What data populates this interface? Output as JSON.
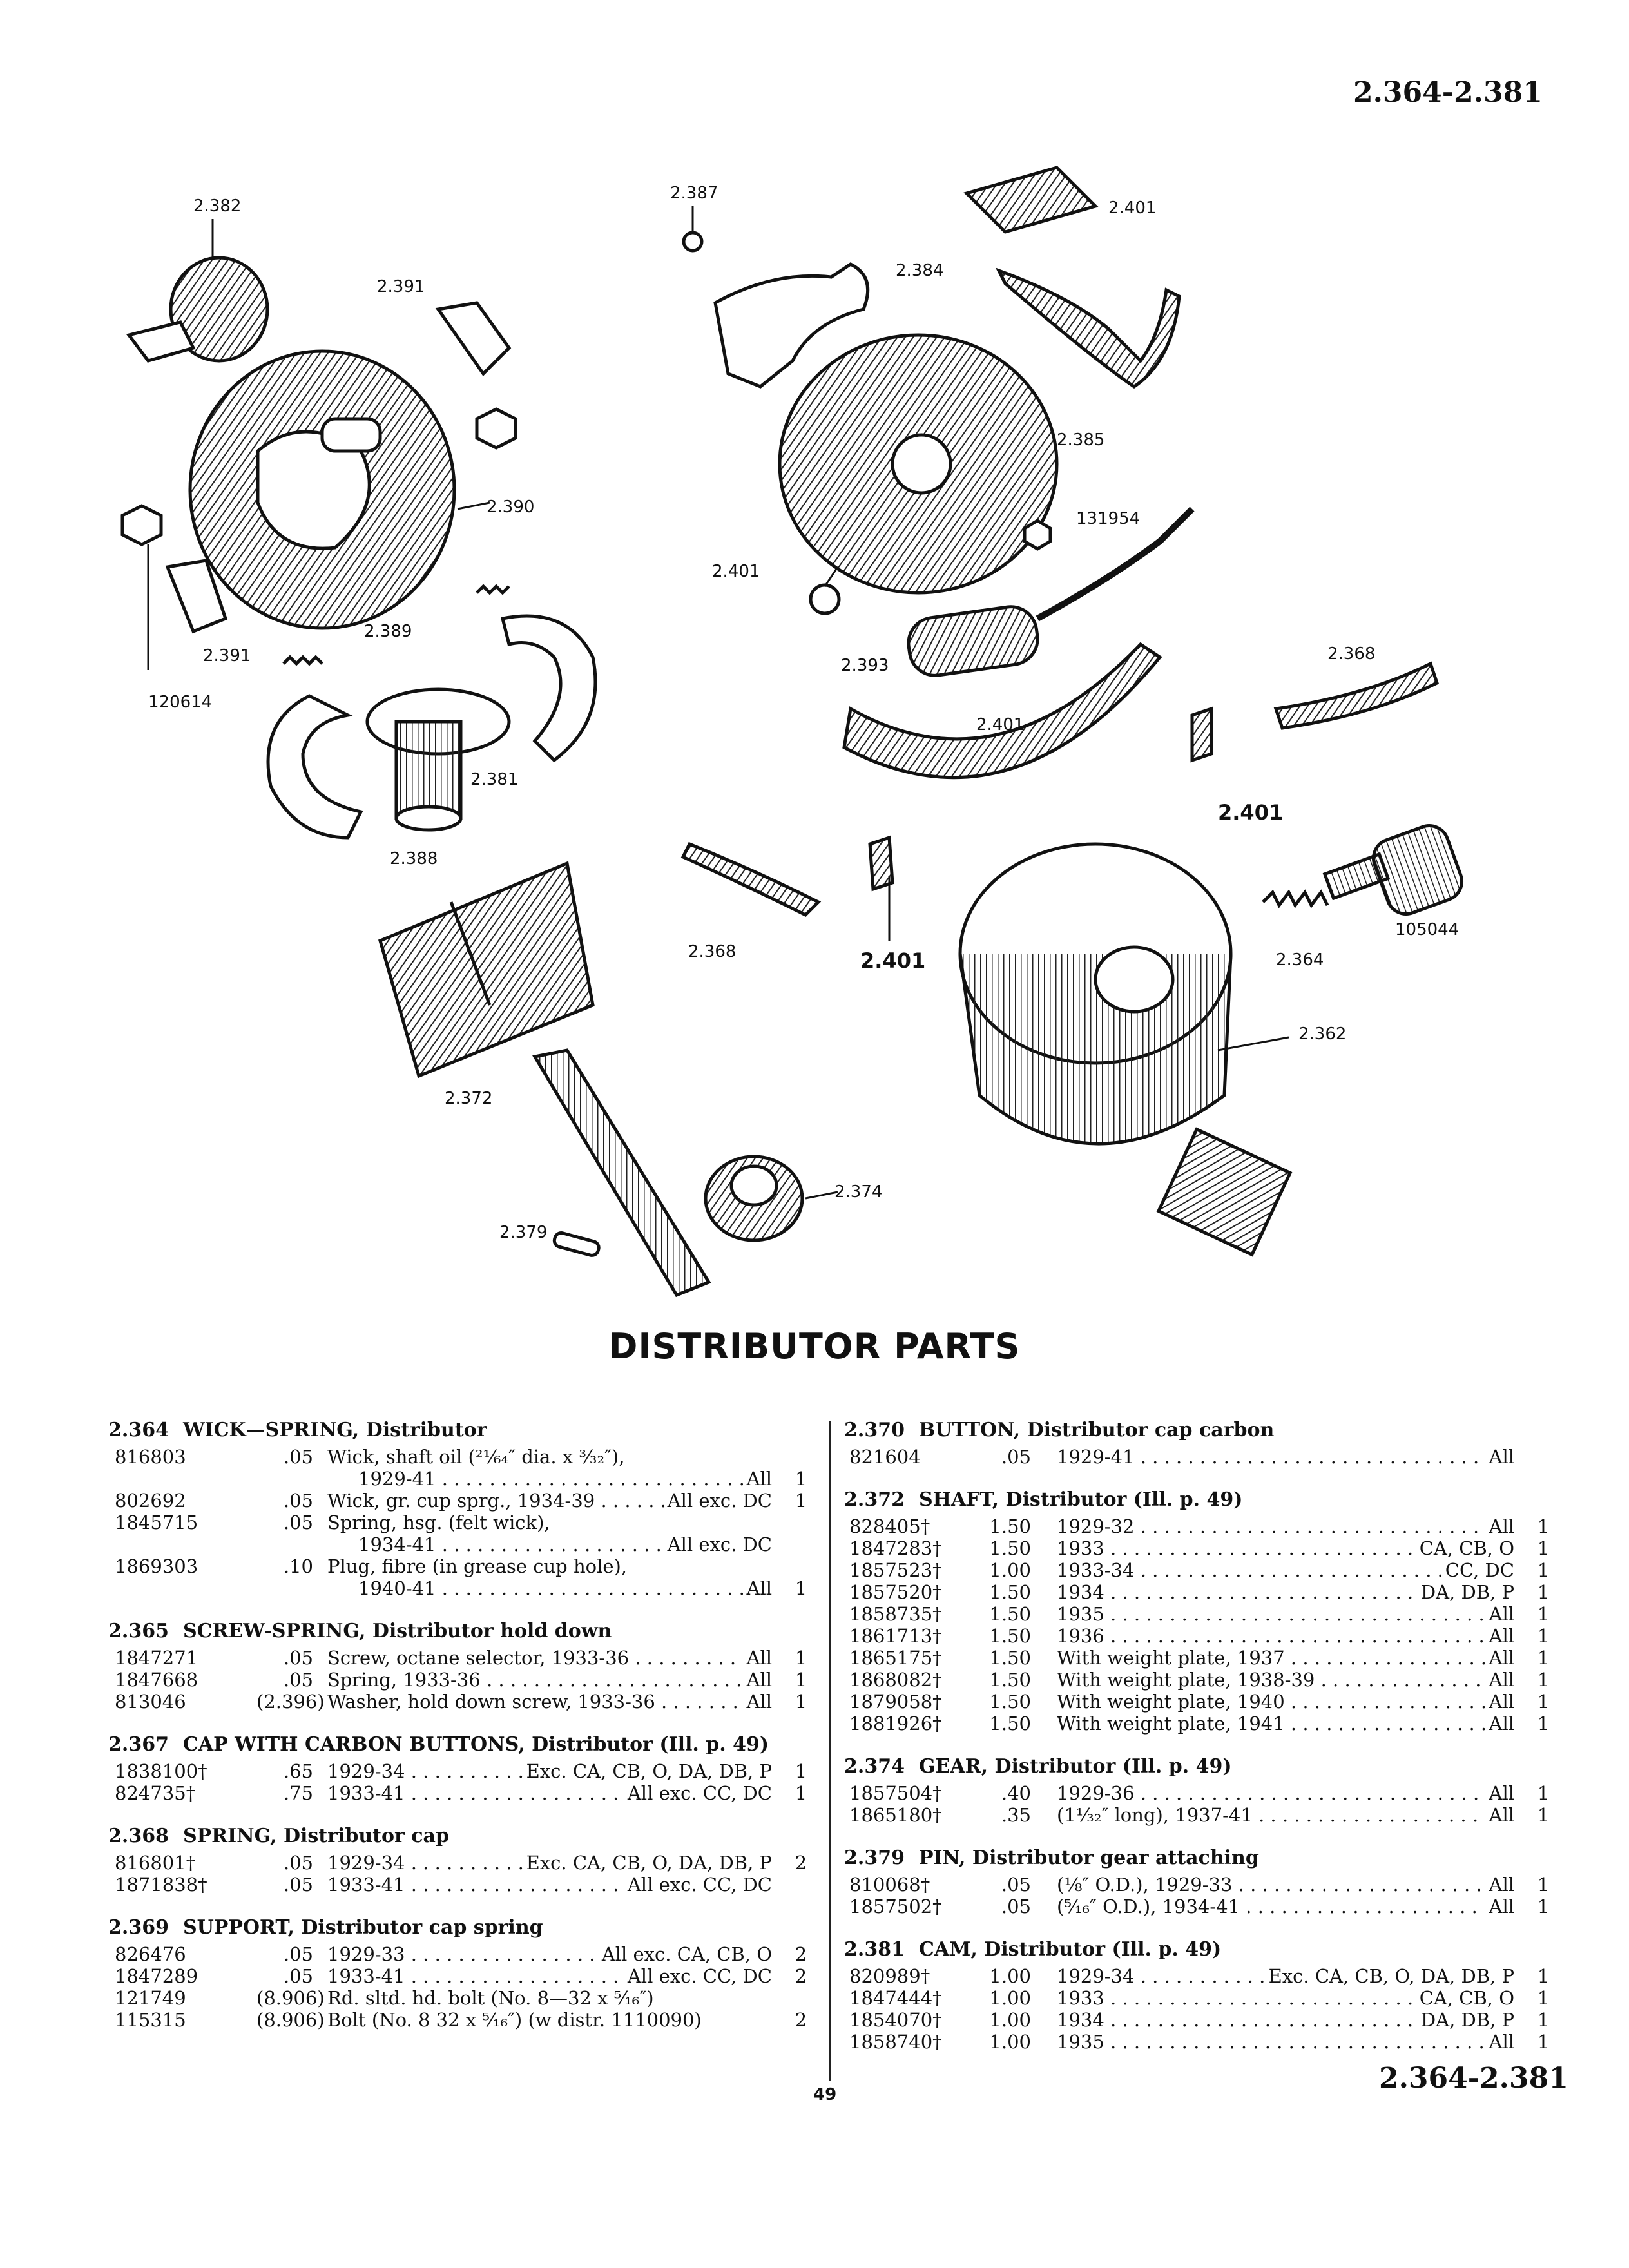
{
  "header": {
    "range_top": "2.364-2.381",
    "range_bottom": "2.364-2.381",
    "page_number": "49"
  },
  "page_title": "DISTRIBUTOR PARTS",
  "diagram_labels": [
    "2.382",
    "2.391",
    "2.387",
    "2.401",
    "2.384",
    "2.385",
    "131954",
    "2.390",
    "2.389",
    "2.391",
    "120614",
    "2.381",
    "2.388",
    "2.401",
    "2.393",
    "2.368",
    "2.401",
    "2.401",
    "2.368",
    "2.401",
    "105044",
    "2.364",
    "2.362",
    "2.372",
    "2.374",
    "2.379"
  ],
  "sections_left": [
    {
      "number": "2.364",
      "title": "WICK—SPRING, Distributor",
      "rows": [
        {
          "part": "816803",
          "price": ".05",
          "desc": "Wick, shaft oil (²¹⁄₆₄″ dia. x ³⁄₃₂″),",
          "applies": "",
          "qty": ""
        },
        {
          "part": "",
          "price": "",
          "desc": "1929-41",
          "applies": "All",
          "qty": "1",
          "cont": true
        },
        {
          "part": "802692",
          "price": ".05",
          "desc": "Wick, gr. cup sprg., 1934-39",
          "applies": "All exc. DC",
          "qty": "1"
        },
        {
          "part": "1845715",
          "price": ".05",
          "desc": "Spring, hsg. (felt wick),",
          "applies": "",
          "qty": ""
        },
        {
          "part": "",
          "price": "",
          "desc": "1934-41",
          "applies": "All exc. DC",
          "qty": "",
          "cont": true
        },
        {
          "part": "1869303",
          "price": ".10",
          "desc": "Plug, fibre (in grease cup hole),",
          "applies": "",
          "qty": ""
        },
        {
          "part": "",
          "price": "",
          "desc": "1940-41",
          "applies": "All",
          "qty": "1",
          "cont": true
        }
      ]
    },
    {
      "number": "2.365",
      "title": "SCREW-SPRING, Distributor hold down",
      "rows": [
        {
          "part": "1847271",
          "price": ".05",
          "desc": "Screw, octane selector, 1933-36",
          "applies": "All",
          "qty": "1"
        },
        {
          "part": "1847668",
          "price": ".05",
          "desc": "Spring, 1933-36",
          "applies": "All",
          "qty": "1"
        },
        {
          "part": "813046",
          "price": "(2.396)",
          "desc": "Washer, hold down screw, 1933-36",
          "applies": "All",
          "qty": "1"
        }
      ]
    },
    {
      "number": "2.367",
      "title": "CAP WITH CARBON BUTTONS, Distributor (Ill. p. 49)",
      "rows": [
        {
          "part": "1838100†",
          "price": ".65",
          "desc": "1929-34",
          "applies": "Exc. CA, CB, O, DA, DB, P",
          "qty": "1"
        },
        {
          "part": "824735†",
          "price": ".75",
          "desc": "1933-41",
          "applies": "All exc. CC, DC",
          "qty": "1"
        }
      ]
    },
    {
      "number": "2.368",
      "title": "SPRING, Distributor cap",
      "rows": [
        {
          "part": "816801†",
          "price": ".05",
          "desc": "1929-34",
          "applies": "Exc. CA, CB, O, DA, DB, P",
          "qty": "2"
        },
        {
          "part": "1871838†",
          "price": ".05",
          "desc": "1933-41",
          "applies": "All exc. CC, DC",
          "qty": ""
        }
      ]
    },
    {
      "number": "2.369",
      "title": "SUPPORT, Distributor cap spring",
      "rows": [
        {
          "part": "826476",
          "price": ".05",
          "desc": "1929-33",
          "applies": "All exc. CA, CB, O",
          "qty": "2"
        },
        {
          "part": "1847289",
          "price": ".05",
          "desc": "1933-41",
          "applies": "All exc. CC, DC",
          "qty": "2"
        },
        {
          "part": "121749",
          "price": "(8.906)",
          "desc": "Rd. sltd. hd. bolt (No. 8—32 x ⁵⁄₁₆″)",
          "applies": "",
          "qty": ""
        },
        {
          "part": "115315",
          "price": "(8.906)",
          "desc": "Bolt (No. 8  32 x ⁵⁄₁₆″) (w distr. 1110090)",
          "applies": "",
          "qty": "2"
        }
      ]
    }
  ],
  "sections_right": [
    {
      "number": "2.370",
      "title": "BUTTON, Distributor cap carbon",
      "rows": [
        {
          "part": "821604",
          "price": ".05",
          "desc": "1929-41",
          "applies": "All",
          "qty": ""
        }
      ]
    },
    {
      "number": "2.372",
      "title": "SHAFT, Distributor (Ill. p. 49)",
      "rows": [
        {
          "part": "828405†",
          "price": "1.50",
          "desc": "1929-32",
          "applies": "All",
          "qty": "1"
        },
        {
          "part": "1847283†",
          "price": "1.50",
          "desc": "1933",
          "applies": "CA, CB, O",
          "qty": "1"
        },
        {
          "part": "1857523†",
          "price": "1.00",
          "desc": "1933-34",
          "applies": "CC, DC",
          "qty": "1"
        },
        {
          "part": "1857520†",
          "price": "1.50",
          "desc": "1934",
          "applies": "DA, DB, P",
          "qty": "1"
        },
        {
          "part": "1858735†",
          "price": "1.50",
          "desc": "1935",
          "applies": "All",
          "qty": "1"
        },
        {
          "part": "1861713†",
          "price": "1.50",
          "desc": "1936",
          "applies": "All",
          "qty": "1"
        },
        {
          "part": "1865175†",
          "price": "1.50",
          "desc": "With weight plate, 1937",
          "applies": "All",
          "qty": "1"
        },
        {
          "part": "1868082†",
          "price": "1.50",
          "desc": "With weight plate, 1938-39",
          "applies": "All",
          "qty": "1"
        },
        {
          "part": "1879058†",
          "price": "1.50",
          "desc": "With weight plate, 1940",
          "applies": "All",
          "qty": "1"
        },
        {
          "part": "1881926†",
          "price": "1.50",
          "desc": "With weight plate, 1941",
          "applies": "All",
          "qty": "1"
        }
      ]
    },
    {
      "number": "2.374",
      "title": "GEAR, Distributor (Ill. p. 49)",
      "rows": [
        {
          "part": "1857504†",
          "price": ".40",
          "desc": "1929-36",
          "applies": "All",
          "qty": "1"
        },
        {
          "part": "1865180†",
          "price": ".35",
          "desc": "(1¹⁄₃₂″ long), 1937-41",
          "applies": "All",
          "qty": "1"
        }
      ]
    },
    {
      "number": "2.379",
      "title": "PIN, Distributor gear attaching",
      "rows": [
        {
          "part": "810068†",
          "price": ".05",
          "desc": "(⅛″ O.D.), 1929-33",
          "applies": "All",
          "qty": "1"
        },
        {
          "part": "1857502†",
          "price": ".05",
          "desc": "(⁵⁄₁₆″ O.D.), 1934-41",
          "applies": "All",
          "qty": "1"
        }
      ]
    },
    {
      "number": "2.381",
      "title": "CAM, Distributor (Ill. p. 49)",
      "rows": [
        {
          "part": "820989†",
          "price": "1.00",
          "desc": "1929-34",
          "applies": "Exc. CA, CB, O, DA, DB, P",
          "qty": "1"
        },
        {
          "part": "1847444†",
          "price": "1.00",
          "desc": "1933",
          "applies": "CA, CB, O",
          "qty": "1"
        },
        {
          "part": "1854070†",
          "price": "1.00",
          "desc": "1934",
          "applies": "DA, DB, P",
          "qty": "1"
        },
        {
          "part": "1858740†",
          "price": "1.00",
          "desc": "1935",
          "applies": "All",
          "qty": "1"
        }
      ]
    }
  ]
}
